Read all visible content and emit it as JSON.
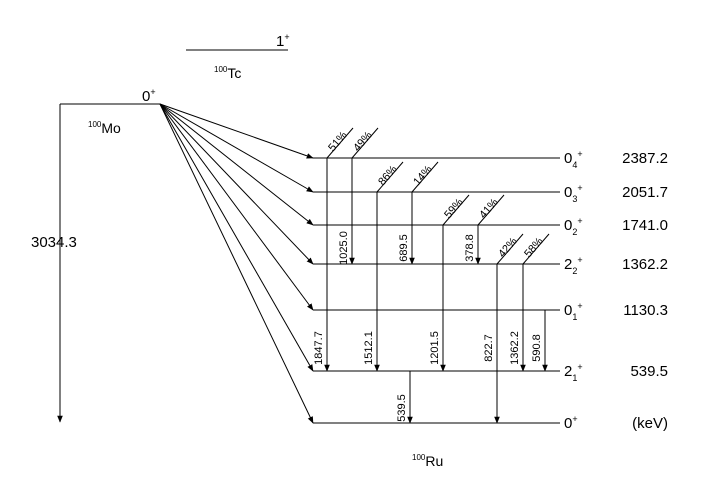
{
  "tc": {
    "mass": "100",
    "symbol": "Tc",
    "spin": "1",
    "parity": "+"
  },
  "mo": {
    "mass": "100",
    "symbol": "Mo",
    "spin": "0",
    "parity": "+",
    "q_value": "3034.3"
  },
  "ru": {
    "mass": "100",
    "symbol": "Ru"
  },
  "levels": [
    {
      "j": "0",
      "sub": "4",
      "parity": "+",
      "energy": "2387.2"
    },
    {
      "j": "0",
      "sub": "3",
      "parity": "+",
      "energy": "2051.7"
    },
    {
      "j": "0",
      "sub": "2",
      "parity": "+",
      "energy": "1741.0"
    },
    {
      "j": "2",
      "sub": "2",
      "parity": "+",
      "energy": "1362.2"
    },
    {
      "j": "0",
      "sub": "1",
      "parity": "+",
      "energy": "1130.3"
    },
    {
      "j": "2",
      "sub": "1",
      "parity": "+",
      "energy": "539.5"
    },
    {
      "j": "0",
      "sub": "",
      "parity": "+",
      "energy": "(keV)"
    }
  ],
  "branching": [
    "51%",
    "49%",
    "86%",
    "14%",
    "59%",
    "41%",
    "42%",
    "58%"
  ],
  "gamma_energies": [
    "1025.0",
    "689.5",
    "378.8",
    "1847.7",
    "1512.1",
    "1201.5",
    "1362.2",
    "822.7",
    "590.8",
    "539.5"
  ]
}
